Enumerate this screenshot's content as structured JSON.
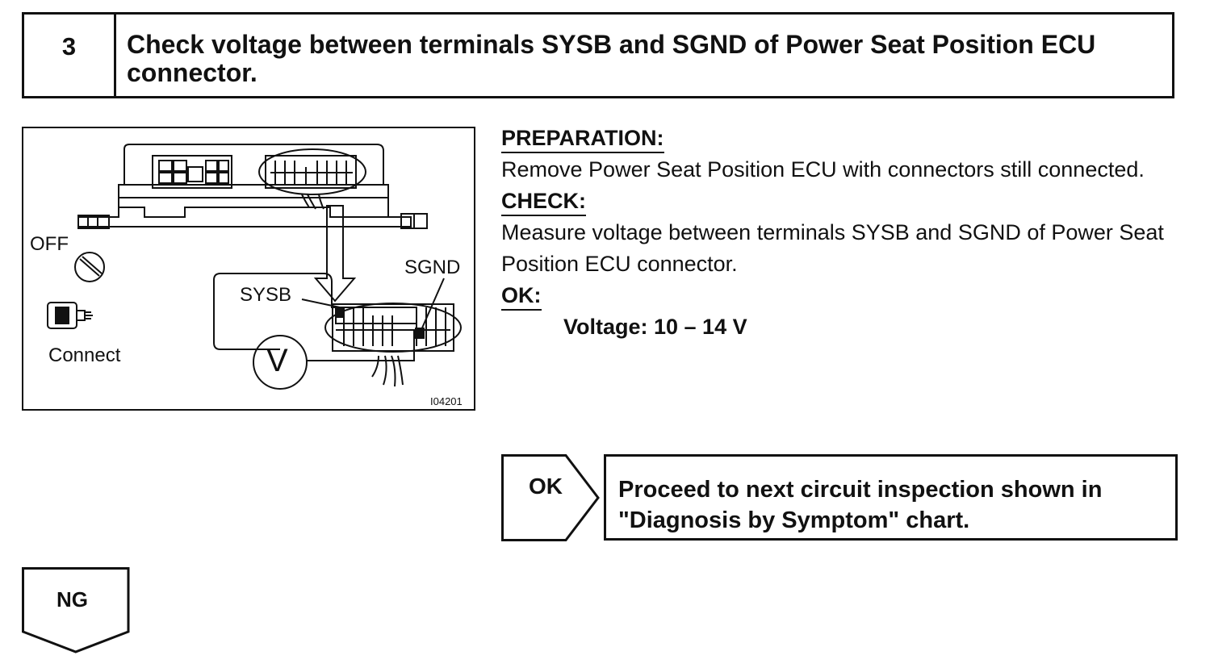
{
  "step": {
    "number": "3",
    "title": "Check voltage between terminals SYSB and SGND of Power Seat Position ECU connector."
  },
  "figure": {
    "label_off": "OFF",
    "label_connect": "Connect",
    "label_sysb": "SYSB",
    "label_sgnd": "SGND",
    "label_meter": "V",
    "figure_id": "I04201"
  },
  "preparation": {
    "heading": "PREPARATION:",
    "text": "Remove Power Seat Position ECU with connectors still connected."
  },
  "check": {
    "heading": "CHECK:",
    "text": "Measure voltage between terminals SYSB and SGND of Power Seat Position ECU connector."
  },
  "ok_spec": {
    "heading": "OK:",
    "text": "Voltage: 10 – 14 V"
  },
  "ok_result": {
    "label": "OK",
    "text": "Proceed to next circuit inspection shown in \"Diagnosis by Symptom\" chart."
  },
  "ng_result": {
    "label": "NG"
  }
}
